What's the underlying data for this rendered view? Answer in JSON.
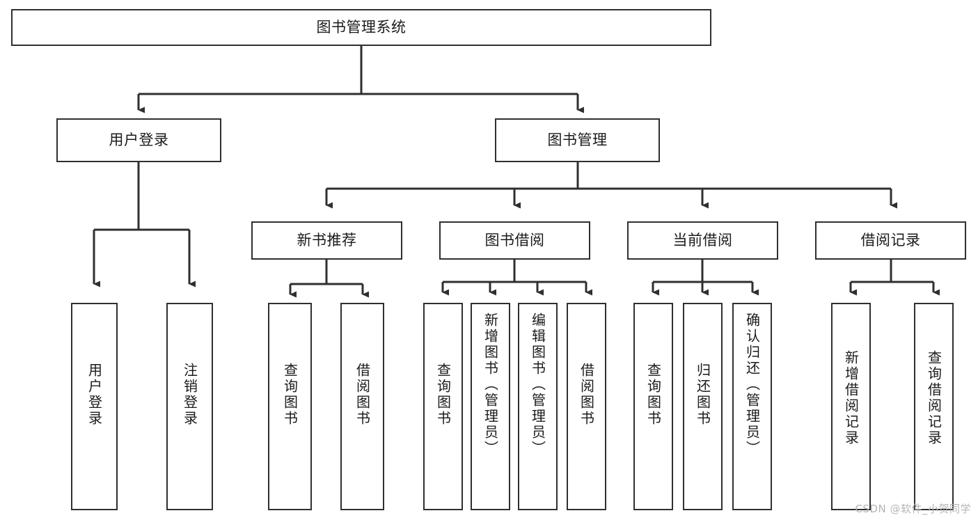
{
  "diagram": {
    "title": "图书管理系统",
    "type": "tree-hierarchy-chart",
    "colors": {
      "stroke": "#2f2f2f",
      "background": "#ffffff",
      "text": "#1b1b1b",
      "watermark": "#b4b4b4"
    },
    "root": {
      "id": "root",
      "label": "图书管理系统"
    },
    "level2": [
      {
        "id": "user-login",
        "label": "用户登录"
      },
      {
        "id": "book-management",
        "label": "图书管理"
      }
    ],
    "level3": [
      {
        "id": "new-book-recommend",
        "label": "新书推荐"
      },
      {
        "id": "book-borrow",
        "label": "图书借阅"
      },
      {
        "id": "current-borrow",
        "label": "当前借阅"
      },
      {
        "id": "borrow-record",
        "label": "借阅记录"
      }
    ],
    "leaves": {
      "user_login": [
        {
          "id": "leaf-user-login",
          "label": "用户登录"
        },
        {
          "id": "leaf-logout-login",
          "label": "注销登录"
        }
      ],
      "new_book_recommend": [
        {
          "id": "leaf-query-book-1",
          "label": "查询图书"
        },
        {
          "id": "leaf-borrow-book-1",
          "label": "借阅图书"
        }
      ],
      "book_borrow": [
        {
          "id": "leaf-query-book-2",
          "label": "查询图书"
        },
        {
          "id": "leaf-add-book",
          "label": "新增图书（管理员）"
        },
        {
          "id": "leaf-edit-book",
          "label": "编辑图书（管理员）"
        },
        {
          "id": "leaf-borrow-book-2",
          "label": "借阅图书"
        }
      ],
      "current_borrow": [
        {
          "id": "leaf-query-book-3",
          "label": "查询图书"
        },
        {
          "id": "leaf-return-book",
          "label": "归还图书"
        },
        {
          "id": "leaf-confirm-return",
          "label": "确认归还（管理员）"
        }
      ],
      "borrow_record": [
        {
          "id": "leaf-add-record",
          "label": "新增借阅记录"
        },
        {
          "id": "leaf-query-record",
          "label": "查询借阅记录"
        }
      ]
    }
  },
  "watermark": {
    "text": "CSDN @软件_小贺同学"
  }
}
